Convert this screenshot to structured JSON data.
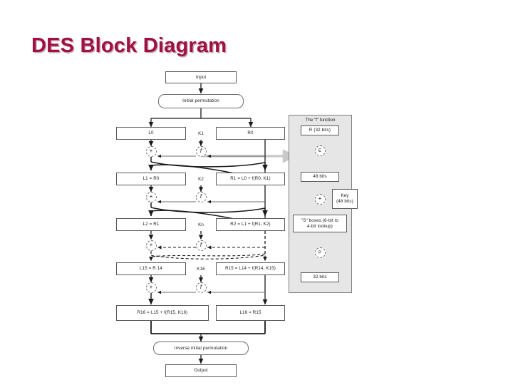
{
  "slide": {
    "title": "DES Block Diagram",
    "title_color": "#9e1141",
    "background": "#ffffff"
  },
  "diagram": {
    "name": "des-block-diagram",
    "panel": {
      "title": "The \"f\" function",
      "background": "#e6e6e6",
      "border": "#7d7d7d",
      "nodes": [
        {
          "id": "f-r32",
          "label": "R (32 bits)"
        },
        {
          "id": "f-e",
          "label": "E"
        },
        {
          "id": "f-48bits",
          "label": "48 bits"
        },
        {
          "id": "f-xor",
          "label": "+"
        },
        {
          "id": "f-key",
          "label": "Key\n(48 bits)",
          "line1": "Key",
          "line2": "(48 bits)"
        },
        {
          "id": "f-sboxes",
          "label": "\"S\" boxes (6-bit to 4-bit lookup)",
          "line1": "\"S\" boxes (6-bit to",
          "line2": "4-bit lookup)"
        },
        {
          "id": "f-p",
          "label": "P"
        },
        {
          "id": "f-32bits",
          "label": "32 bits"
        }
      ]
    },
    "top": {
      "input": "Input",
      "initial_permutation": "Initial permutation"
    },
    "bottom": {
      "inverse_initial_permutation": "Inverse initial permutation",
      "output": "Output"
    },
    "rounds": [
      {
        "index": 0,
        "left": "L0",
        "key": "K1",
        "right": "R0",
        "xor": "+",
        "f": "f",
        "dashed": false
      },
      {
        "index": 1,
        "left": "L1 = R0",
        "key": "K2",
        "right": "R1 = L0 + f(R0, K1)",
        "xor": "+",
        "f": "f",
        "dashed": false
      },
      {
        "index": 2,
        "left": "L2 = R1",
        "key": "Kn",
        "right": "R2 = L1 + f(R1, K2)",
        "xor": "+",
        "f": "f",
        "dashed": true
      },
      {
        "index": 3,
        "left": "L15 = R 14",
        "key": "K16",
        "right": "R15 = L14 + f(R14, K15)",
        "xor": "+",
        "f": "f",
        "dashed": false
      }
    ],
    "final_row": {
      "left": "R16 = L15 + f(R15, K16)",
      "right": "L16 = R15"
    },
    "colors": {
      "line": "#1a1a1a",
      "gray_arrow": "#c9c9c9",
      "box_border": "#5a5a5a",
      "text": "#1a1a1a"
    }
  }
}
